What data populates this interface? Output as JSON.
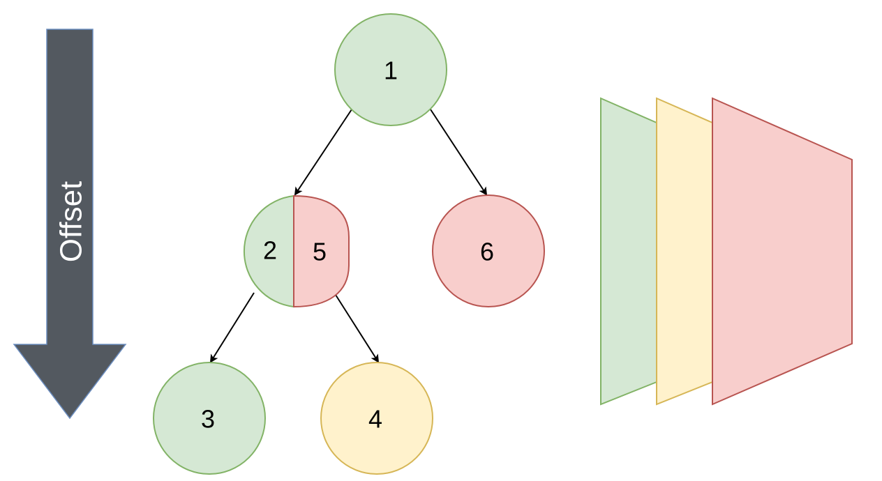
{
  "colors": {
    "green_fill": "#d5e8d4",
    "green_stroke": "#82b366",
    "red_fill": "#f8cecc",
    "red_stroke": "#b85450",
    "yellow_fill": "#fff2cc",
    "yellow_stroke": "#d6b656",
    "arrow_fill": "#535960",
    "arrow_stroke": "#6b8dbf",
    "edge": "#000000"
  },
  "offset_arrow": {
    "label": "Offset"
  },
  "nodes": [
    {
      "id": "1",
      "label": "1",
      "color": "green"
    },
    {
      "id": "2",
      "label": "2",
      "color": "green"
    },
    {
      "id": "5",
      "label": "5",
      "color": "red"
    },
    {
      "id": "3",
      "label": "3",
      "color": "green"
    },
    {
      "id": "4",
      "label": "4",
      "color": "yellow"
    },
    {
      "id": "6",
      "label": "6",
      "color": "red"
    }
  ],
  "edges": [
    {
      "from": "1",
      "to": "2"
    },
    {
      "from": "1",
      "to": "6"
    },
    {
      "from": "2",
      "to": "3"
    },
    {
      "from": "5",
      "to": "4"
    }
  ],
  "layers": [
    {
      "color": "green"
    },
    {
      "color": "yellow"
    },
    {
      "color": "red"
    }
  ]
}
